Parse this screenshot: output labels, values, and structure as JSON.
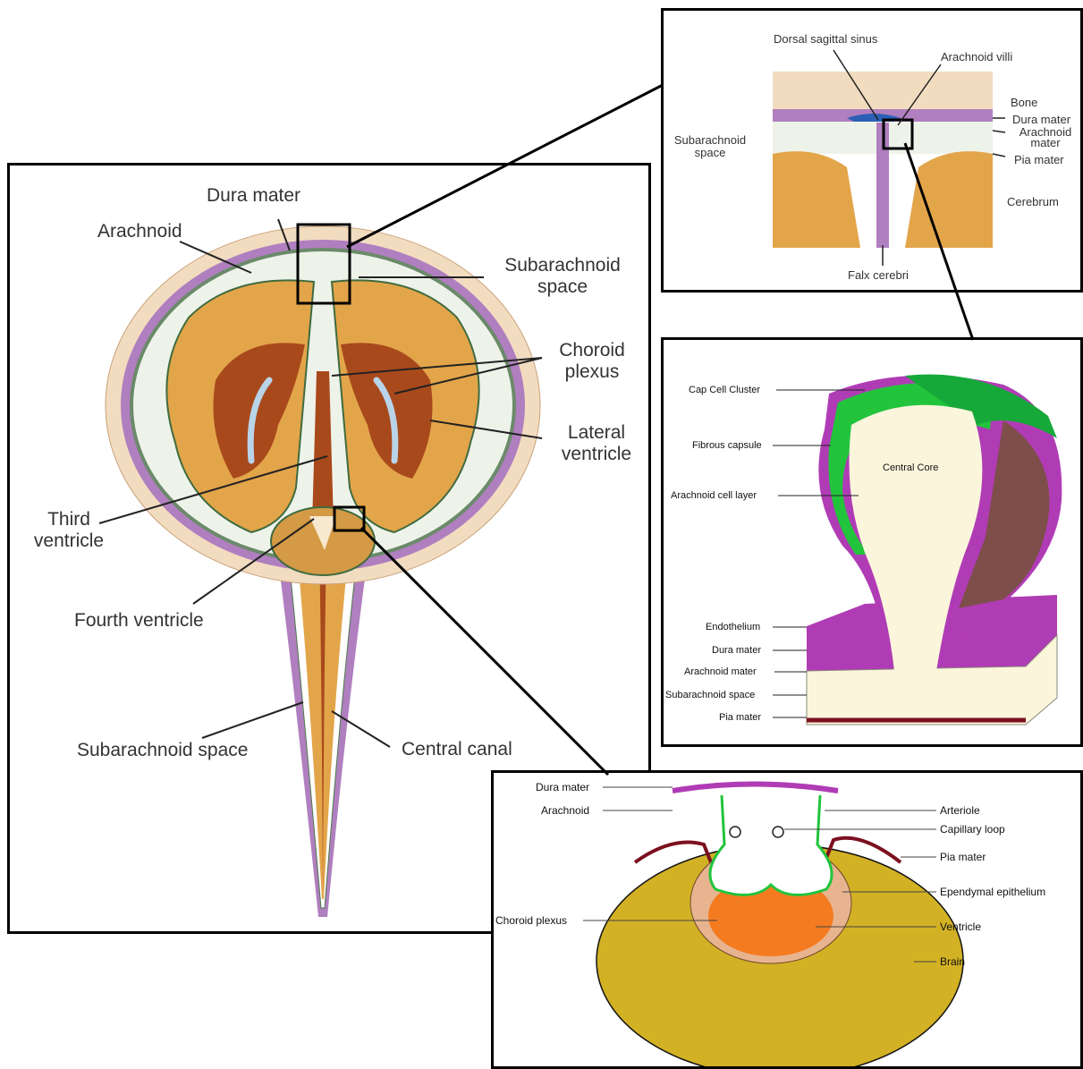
{
  "main_panel": {
    "labels": {
      "dura_mater": "Dura mater",
      "arachnoid": "Arachnoid",
      "subarachnoid_space": "Subarachnoid space",
      "choroid_plexus": "Choroid plexus",
      "lateral_ventricle": "Lateral ventricle",
      "third_ventricle": "Third ventricle",
      "fourth_ventricle": "Fourth ventricle",
      "subarachnoid_space_lower": "Subarachnoid space",
      "central_canal": "Central canal"
    }
  },
  "top_panel": {
    "labels": {
      "dorsal_sagittal_sinus": "Dorsal sagittal sinus",
      "arachnoid_villi": "Arachnoid villi",
      "bone": "Bone",
      "dura_mater": "Dura mater",
      "arachnoid_mater": "Arachnoid mater",
      "pia_mater": "Pia mater",
      "subarachnoid_space": "Subarachnoid space",
      "cerebrum": "Cerebrum",
      "falx_cerebri": "Falx cerebri"
    }
  },
  "middle_panel": {
    "labels": {
      "cap_cell_cluster": "Cap Cell Cluster",
      "fibrous_capsule": "Fibrous capsule",
      "central_core": "Central Core",
      "arachnoid_cell_layer": "Arachnoid cell layer",
      "endothelium": "Endothelium",
      "dura_mater": "Dura mater",
      "arachnoid_mater": "Arachnoid mater",
      "subarachnoid_space": "Subarachnoid space",
      "pia_mater": "Pia mater"
    }
  },
  "bottom_panel": {
    "labels": {
      "dura_mater": "Dura mater",
      "arachnoid": "Arachnoid",
      "arteriole": "Arteriole",
      "capillary_loop": "Capillary loop",
      "pia_mater": "Pia mater",
      "ependymal_epithelium": "Ependymal epithelium",
      "choroid_plexus": "Choroid plexus",
      "ventricle": "Ventricle",
      "brain": "Brain"
    }
  },
  "colors": {
    "brain_tan": "#e3a54a",
    "ventricle_brown": "#a8491c",
    "meninges_purple": "#b07fbf",
    "bone": "#f2dcc0",
    "choroid_blue": "#b9d3e8",
    "fibrous_magenta": "#b03cb5",
    "cap_green": "#22c43c",
    "core_cream": "#fbf5dc",
    "pia_maroon": "#7b1020",
    "brain_yellow": "#d3b125",
    "ventricle_orange": "#f57b20"
  }
}
